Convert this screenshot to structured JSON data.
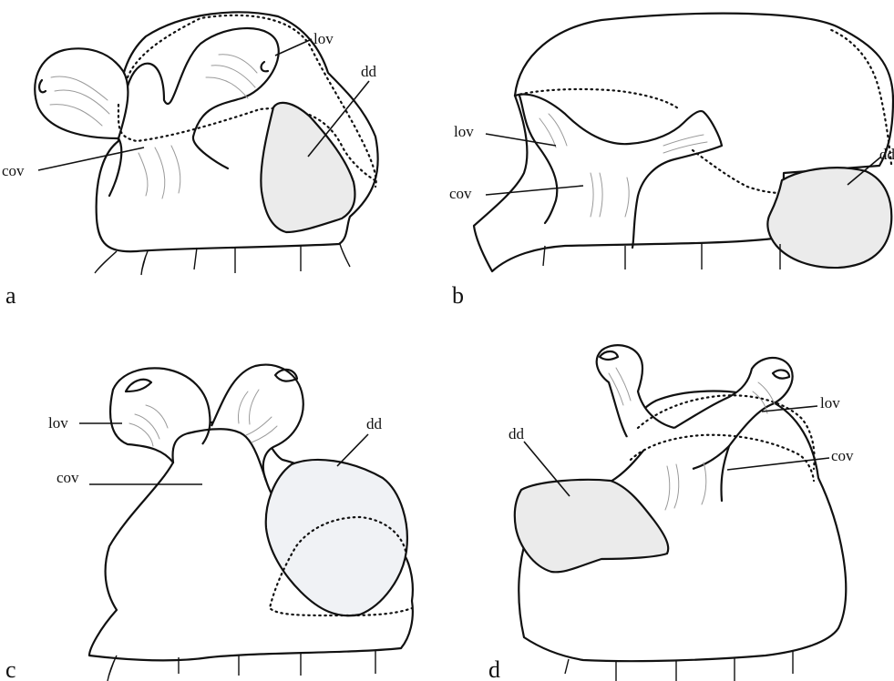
{
  "panels": {
    "a": {
      "letter": "a",
      "labels": {
        "lov": "lov",
        "cov": "cov",
        "dd": "dd"
      }
    },
    "b": {
      "letter": "b",
      "labels": {
        "lov": "lov",
        "cov": "cov",
        "dd": "dd"
      }
    },
    "c": {
      "letter": "c",
      "labels": {
        "lov": "lov",
        "cov": "cov",
        "dd": "dd"
      }
    },
    "d": {
      "letter": "d",
      "labels": {
        "lov": "lov",
        "cov": "cov",
        "dd": "dd"
      }
    }
  },
  "colors": {
    "gland_fill": "#ebebeb",
    "stroke": "#111111",
    "striae": "#9a9a9a"
  }
}
